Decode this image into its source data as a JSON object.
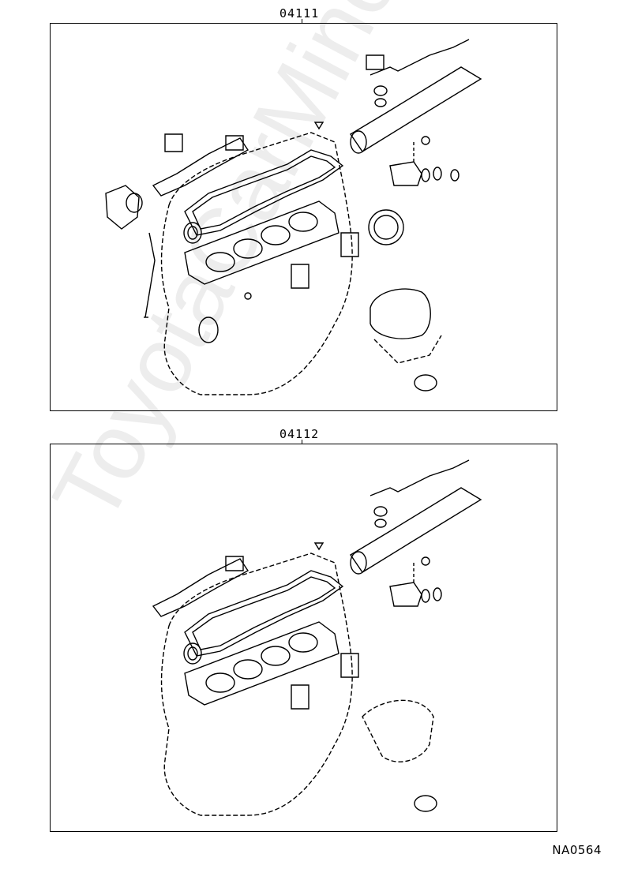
{
  "panels": [
    {
      "part_number": "04111"
    },
    {
      "part_number": "04112"
    }
  ],
  "watermark": "ToyotaCarMine.ru",
  "figure_code": "NA0564"
}
